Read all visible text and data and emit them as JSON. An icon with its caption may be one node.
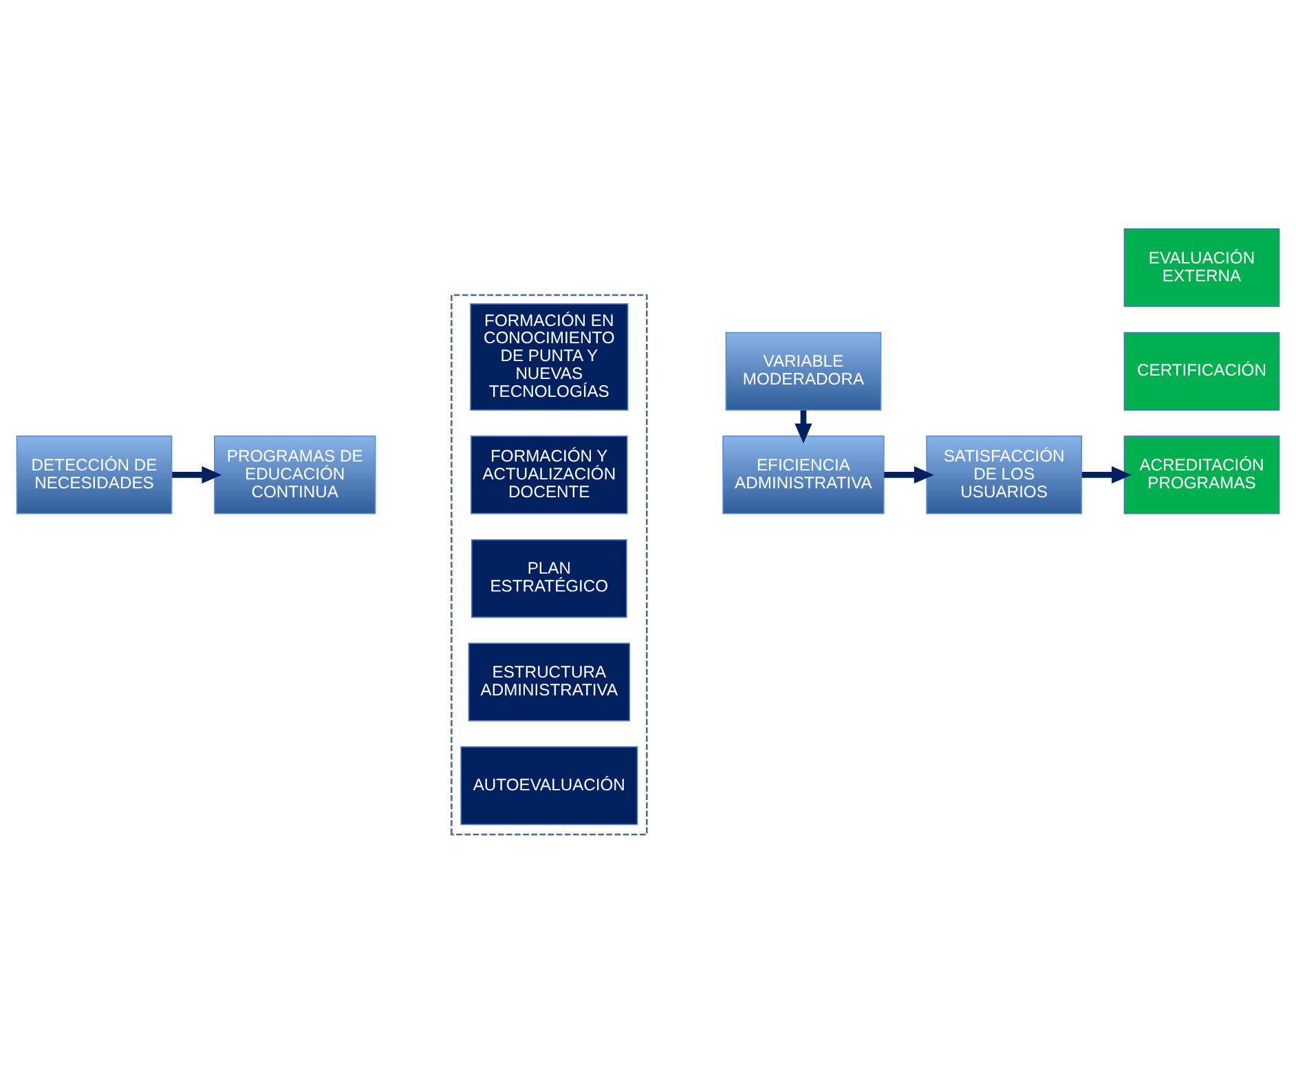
{
  "diagram": {
    "nodes": [
      {
        "text": [
          "DETECCIÓN DE NECESIDADES"
        ]
      },
      {
        "text": [
          "PROGRAMAS DE EDUCACIÓN CONTINUA"
        ]
      },
      {
        "text": [],
        "shape": "box"
      },
      {
        "text": [
          "FORMACIÓN EN CONOCIMIENTO DE PUNTA Y NUEVAS TECNOLOGÍAS"
        ],
        "in": 2
      },
      {
        "text": [
          "FORMACIÓN Y ACTUALIZACIÓN DOCENTE"
        ],
        "in": 2
      },
      {
        "text": [
          "PLAN ESTRATÉGICO"
        ],
        "in": 2
      },
      {
        "text": [
          "ESTRUCTURA ADMINISTRATIVA"
        ],
        "in": 2
      },
      {
        "text": [
          "AUTOEVALUACIÓN"
        ],
        "in": 2
      },
      {
        "text": [
          "VARIABLE MODERADORA"
        ]
      },
      {
        "text": [
          "EFICIENCIA ADMINISTRATIVA"
        ]
      },
      {
        "text": [
          "SATISFACCIÓN DE LOS USUARIOS"
        ]
      },
      {
        "text": [
          "ACREDITACIÓN PROGRAMAS"
        ]
      },
      {
        "text": [
          "CERTIFICACIÓN"
        ]
      },
      {
        "text": [
          "EVALUACIÓN EXTERNA"
        ]
      }
    ],
    "edges": [
      {
        "from": 0,
        "to": 1,
        "arrow": "to"
      },
      {
        "from": 8,
        "to": 9,
        "arrow": "to"
      },
      {
        "from": 9,
        "to": 10,
        "arrow": "to"
      },
      {
        "from": 10,
        "to": 11,
        "arrow": "to"
      }
    ]
  }
}
